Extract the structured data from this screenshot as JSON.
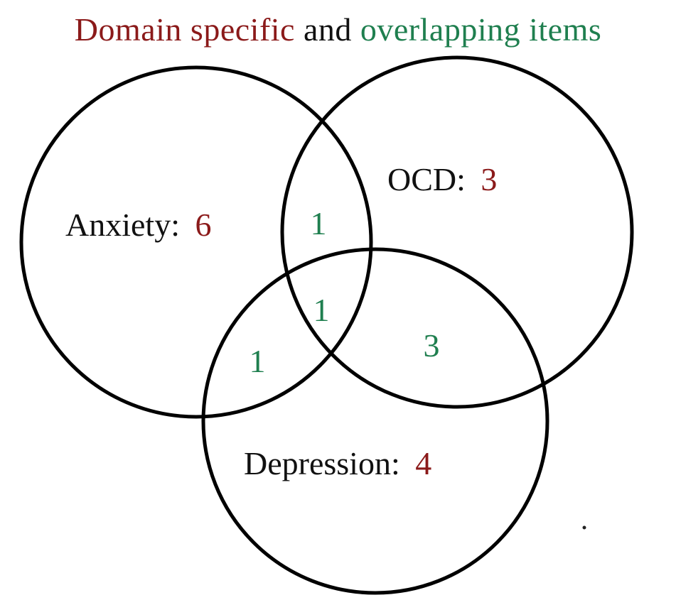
{
  "title": {
    "domain_text": "Domain specific",
    "and_text": "and",
    "overlap_text": "overlapping items"
  },
  "colors": {
    "domain_specific": "#8b1a1a",
    "overlapping": "#1f7f4f",
    "outline": "#000000"
  },
  "sets": {
    "anxiety": {
      "name": "Anxiety:",
      "count": "6"
    },
    "ocd": {
      "name": "OCD:",
      "count": "3"
    },
    "depression": {
      "name": "Depression:",
      "count": "4"
    }
  },
  "overlaps": {
    "anxiety_ocd": "1",
    "all_three": "1",
    "anxiety_depression": "1",
    "ocd_depression": "3"
  }
}
